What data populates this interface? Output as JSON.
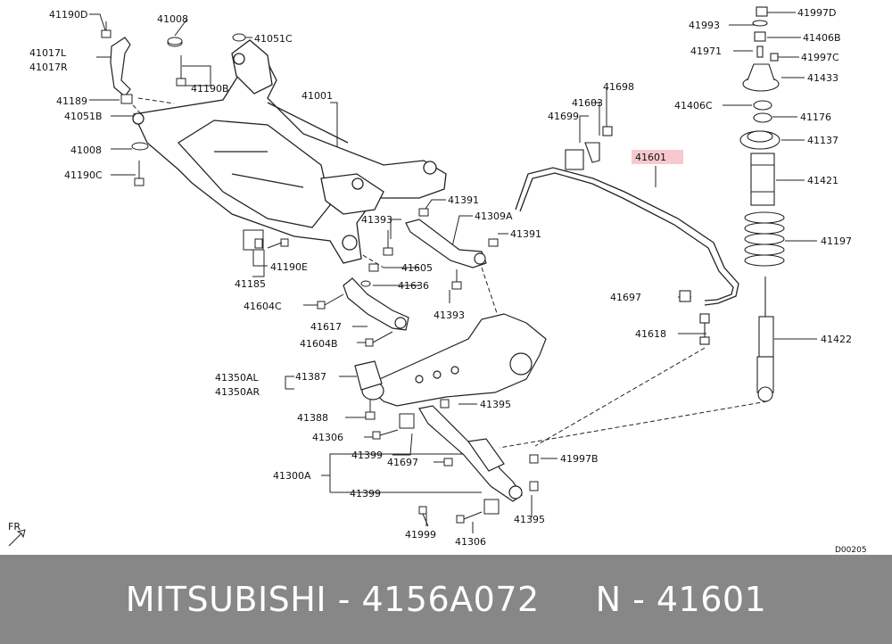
{
  "diagram": {
    "labels": {
      "l41190D": "41190D",
      "l41008a": "41008",
      "l41051C": "41051C",
      "l41017L": "41017L",
      "l41017R": "41017R",
      "l41190B": "41190B",
      "l41189": "41189",
      "l41051B": "41051B",
      "l41001": "41001",
      "l41008b": "41008",
      "l41190C": "41190C",
      "l41391a": "41391",
      "l41393a": "41393",
      "l41309A": "41309A",
      "l41391b": "41391",
      "l41190E": "41190E",
      "l41185": "41185",
      "l41605": "41605",
      "l41636": "41636",
      "l41604C": "41604C",
      "l41393b": "41393",
      "l41617": "41617",
      "l41604B": "41604B",
      "l41350AL": "41350AL",
      "l41350AR": "41350AR",
      "l41387": "41387",
      "l41395a": "41395",
      "l41388": "41388",
      "l41306a": "41306",
      "l41399a": "41399",
      "l41697a": "41697",
      "l41997B": "41997B",
      "l41300A": "41300A",
      "l41399b": "41399",
      "l41395b": "41395",
      "l41999": "41999",
      "l41306b": "41306",
      "l41699": "41699",
      "l41603": "41603",
      "l41698": "41698",
      "l41601": "41601",
      "l41697b": "41697",
      "l41618": "41618",
      "l41993": "41993",
      "l41997D": "41997D",
      "l41406B": "41406B",
      "l41971": "41971",
      "l41997C": "41997C",
      "l41433": "41433",
      "l41406C": "41406C",
      "l41176": "41176",
      "l41137": "41137",
      "l41421": "41421",
      "l41197": "41197",
      "l41422": "41422",
      "fr": "FR",
      "code": "D00205"
    },
    "highlight_color": "#f7c9cf"
  },
  "footer": {
    "text": "MITSUBISHI - 4156A072     N - 41601"
  }
}
